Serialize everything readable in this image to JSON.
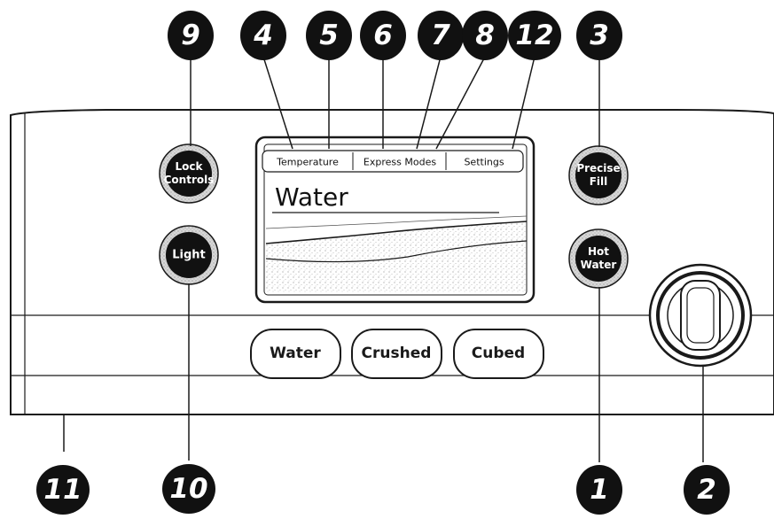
{
  "screen": {
    "tabs": [
      "Temperature",
      "Express Modes",
      "Settings"
    ],
    "title": "Water"
  },
  "buttons": {
    "lock_controls": [
      "Lock",
      "Controls"
    ],
    "light": [
      "Light"
    ],
    "precise_fill": [
      "Precise",
      "Fill"
    ],
    "hot_water": [
      "Hot",
      "Water"
    ]
  },
  "dispense_buttons": [
    "Water",
    "Crushed",
    "Cubed"
  ],
  "callouts": [
    "1",
    "2",
    "3",
    "4",
    "5",
    "6",
    "7",
    "8",
    "9",
    "10",
    "11",
    "12"
  ],
  "colors": {
    "outline": "#1a1a1a",
    "button_fill": "#111111",
    "button_ring": "#cfcfcf",
    "background": "#ffffff"
  }
}
